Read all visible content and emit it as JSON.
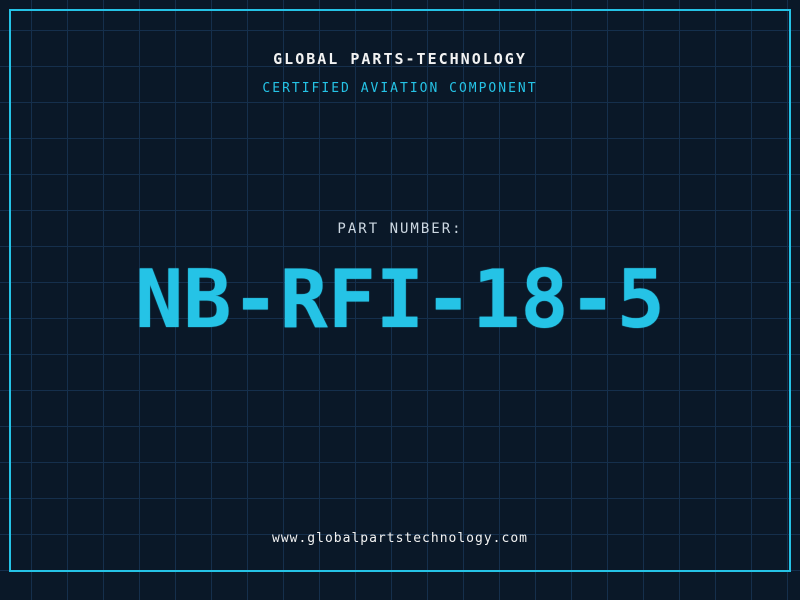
{
  "page": {
    "title": "GLOBAL PARTS-TECHNOLOGY",
    "subtitle": "CERTIFIED AVIATION COMPONENT",
    "part_label": "PART NUMBER:",
    "part_number": "NB-RFI-18-5",
    "website": "www.globalpartstechnology.com"
  },
  "colors": {
    "background": "#0a1828",
    "grid_line": "#152f4c",
    "accent_cyan": "#25c3e6",
    "text_white": "#f2f2f2",
    "text_muted": "#cdd8e2"
  }
}
